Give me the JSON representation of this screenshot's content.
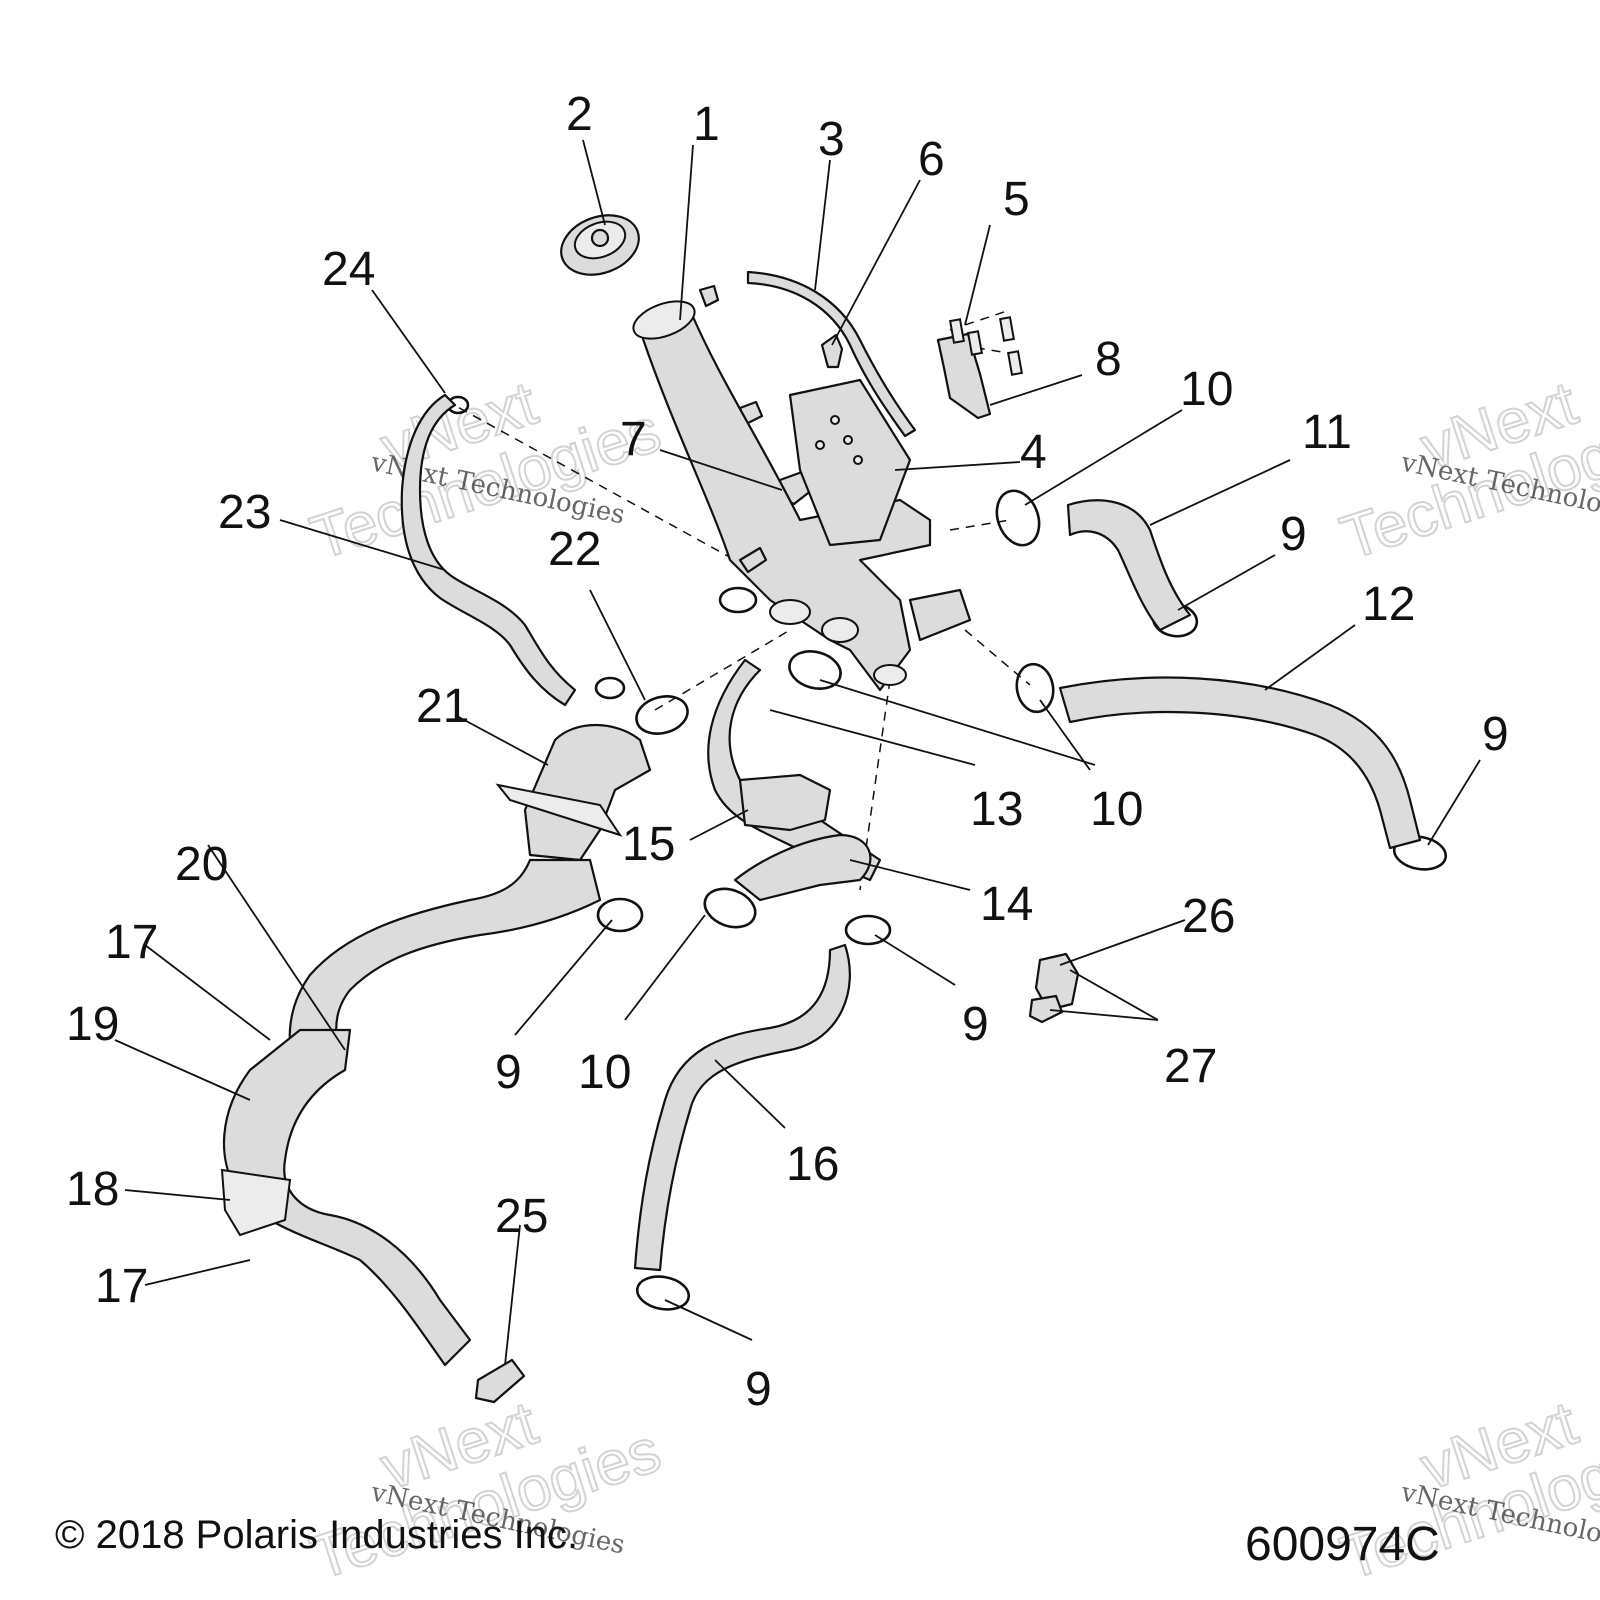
{
  "callouts": [
    "1",
    "2",
    "3",
    "4",
    "5",
    "6",
    "7",
    "8",
    "9",
    "10",
    "11",
    "12",
    "13",
    "14",
    "15",
    "16",
    "17",
    "18",
    "19",
    "20",
    "21",
    "22",
    "23",
    "24",
    "25",
    "26",
    "27"
  ],
  "watermark": {
    "line1": "vNext",
    "line2": "Technologies",
    "full": "vNext Technologies"
  },
  "footer": {
    "copyright": "© 2018 Polaris Industries Inc.",
    "diagram_id": "600974C"
  }
}
